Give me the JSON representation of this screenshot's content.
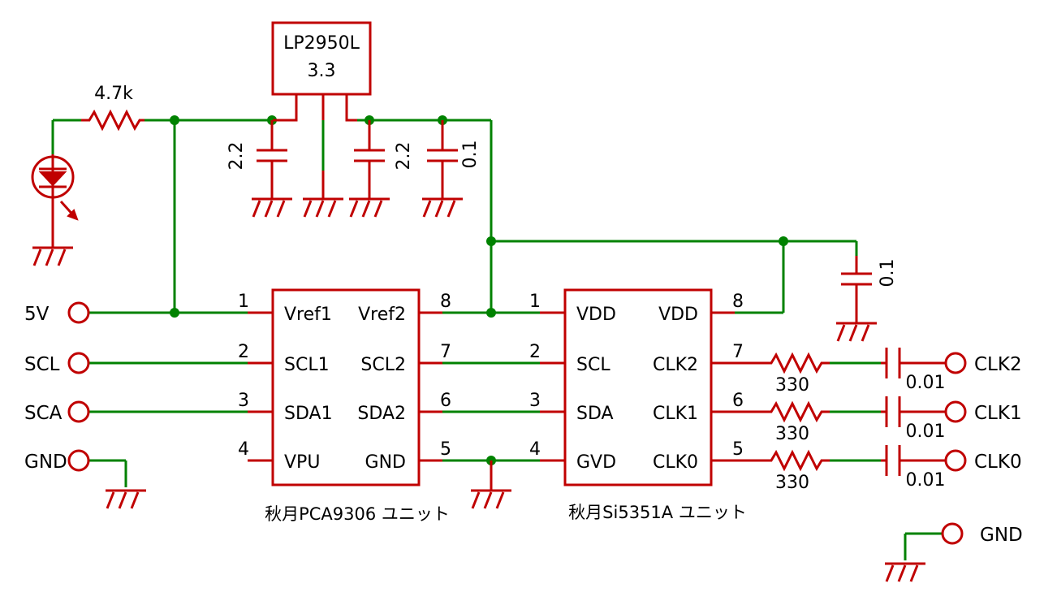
{
  "colors": {
    "wire": "#008200",
    "part": "#c00000",
    "text": "#000000",
    "background": "#ffffff"
  },
  "regulator": {
    "name": "LP2950L",
    "value": "3.3"
  },
  "resistor_led": "4.7k",
  "caps": {
    "c_in": "2.2",
    "c_out": "2.2",
    "c_bypass": "0.1",
    "c_vdd": "0.1"
  },
  "icons": {
    "led": "led-icon",
    "ground": "ground-icon",
    "resistor": "resistor-icon",
    "capacitor": "capacitor-icon",
    "terminal": "terminal-icon"
  },
  "ports_left": {
    "p5v": "5V",
    "scl": "SCL",
    "sca": "SCA",
    "gnd": "GND"
  },
  "pca": {
    "caption": "秋月PCA9306 ユニット",
    "pins_left": [
      {
        "num": "1",
        "name": "Vref1"
      },
      {
        "num": "2",
        "name": "SCL1"
      },
      {
        "num": "3",
        "name": "SDA1"
      },
      {
        "num": "4",
        "name": "VPU"
      }
    ],
    "pins_right": [
      {
        "num": "8",
        "name": "Vref2"
      },
      {
        "num": "7",
        "name": "SCL2"
      },
      {
        "num": "6",
        "name": "SDA2"
      },
      {
        "num": "5",
        "name": "GND"
      }
    ]
  },
  "si": {
    "caption": "秋月Si5351A ユニット",
    "pins_left": [
      {
        "num": "1",
        "name": "VDD"
      },
      {
        "num": "2",
        "name": "SCL"
      },
      {
        "num": "3",
        "name": "SDA"
      },
      {
        "num": "4",
        "name": "GVD"
      }
    ],
    "pins_right": [
      {
        "num": "8",
        "name": "VDD"
      },
      {
        "num": "7",
        "name": "CLK2"
      },
      {
        "num": "6",
        "name": "CLK1"
      },
      {
        "num": "5",
        "name": "CLK0"
      }
    ]
  },
  "outputs": [
    {
      "resistor": "330",
      "cap": "0.01",
      "label": "CLK2"
    },
    {
      "resistor": "330",
      "cap": "0.01",
      "label": "CLK1"
    },
    {
      "resistor": "330",
      "cap": "0.01",
      "label": "CLK0"
    }
  ],
  "gnd_right": "GND"
}
